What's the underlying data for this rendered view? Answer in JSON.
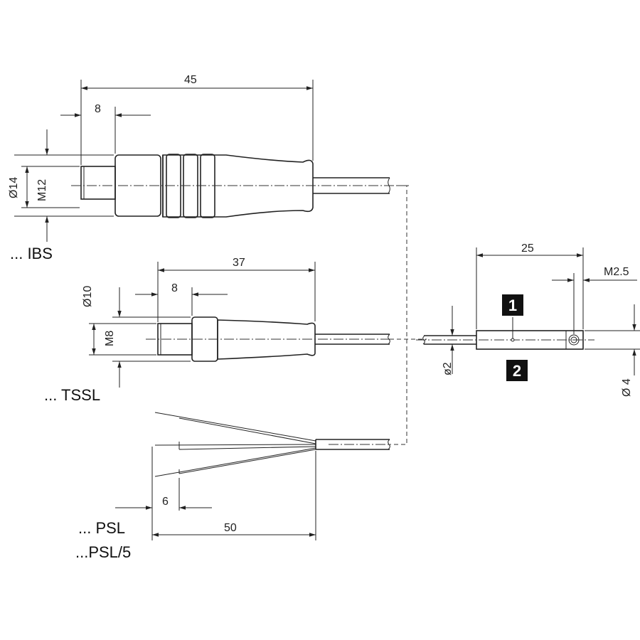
{
  "dimensions": {
    "ibs_length": "45",
    "ibs_thread_length": "8",
    "ibs_diameter": "Ø14",
    "ibs_thread": "M12",
    "tssl_length": "37",
    "tssl_thread_length": "8",
    "tssl_diameter": "Ø10",
    "tssl_thread": "M8",
    "psl_strip": "6",
    "psl_length": "50",
    "sensor_length": "25",
    "sensor_screw": "M2.5",
    "sensor_cable_diameter": "ø2",
    "sensor_diameter": "Ø 4"
  },
  "variants": {
    "ibs": "... IBS",
    "tssl": "... TSSL",
    "psl": "... PSL",
    "psl5": "...PSL/5"
  },
  "markers": {
    "m1": "1",
    "m2": "2"
  }
}
